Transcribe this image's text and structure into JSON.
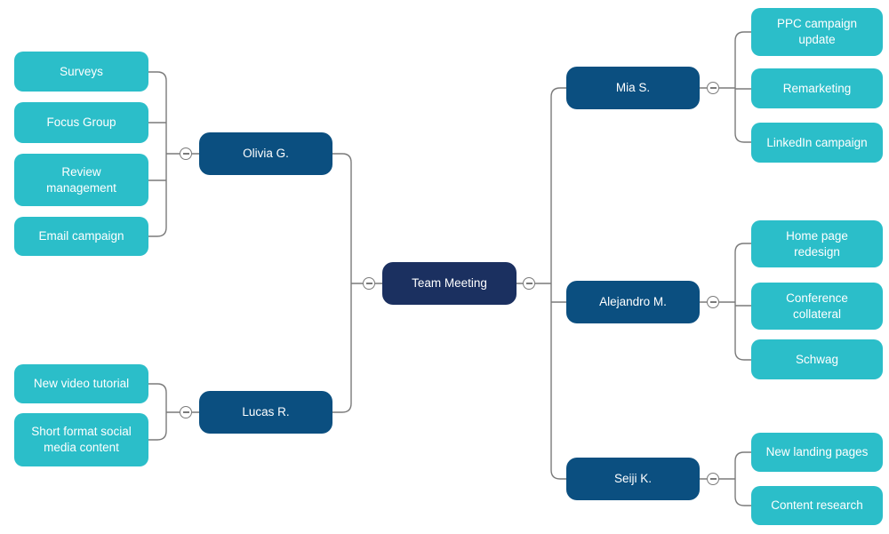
{
  "colors": {
    "root": "#1B3060",
    "branch": "#0B4F80",
    "leaf": "#2BBEC9",
    "line": "#7a7a7a",
    "text": "#ffffff"
  },
  "root": {
    "label": "Team Meeting"
  },
  "branches": [
    {
      "label": "Olivia G.",
      "side": "left",
      "children": [
        "Surveys",
        "Focus Group",
        "Review\nmanagement",
        "Email campaign"
      ]
    },
    {
      "label": "Lucas R.",
      "side": "left",
      "children": [
        "New video tutorial",
        "Short format social\nmedia content"
      ]
    },
    {
      "label": "Mia S.",
      "side": "right",
      "children": [
        "PPC campaign\nupdate",
        "Remarketing",
        "LinkedIn campaign"
      ]
    },
    {
      "label": "Alejandro M.",
      "side": "right",
      "children": [
        "Home page\nredesign",
        "Conference\ncollateral",
        "Schwag"
      ]
    },
    {
      "label": "Seiji K.",
      "side": "right",
      "children": [
        "New landing pages",
        "Content research"
      ]
    }
  ],
  "collapse_glyph": "minus"
}
